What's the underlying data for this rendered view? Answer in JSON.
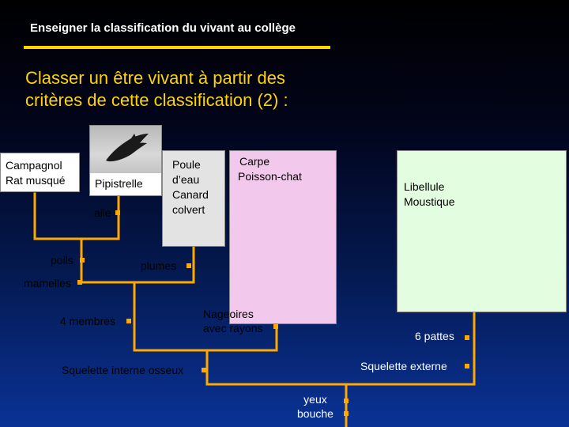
{
  "header": {
    "title": "Enseigner la classification du vivant au collège",
    "subtitle_line1": "Classer un être vivant à partir des",
    "subtitle_line2": "critères de cette classification (2) :"
  },
  "groups": {
    "rodents": [
      "Campagnol",
      "Rat musqué"
    ],
    "bat": "Pipistrelle",
    "birds": [
      "Poule",
      "d’eau",
      "Canard",
      "colvert"
    ],
    "fish": [
      "Carpe",
      "Poisson-chat"
    ],
    "insects": [
      "Libellule",
      "Moustique"
    ]
  },
  "characters": {
    "aile": "aile",
    "poils": "poils",
    "plumes": "plumes",
    "mamelles": "mamelles",
    "quatre_membres": "4 membres",
    "nageoires": [
      "Nageoires",
      "avec rayons"
    ],
    "six_pattes": "6 pattes",
    "squelette_interne": "Squelette interne osseux",
    "squelette_externe": "Squelette externe",
    "yeux_bouche": [
      "yeux",
      "bouche"
    ]
  },
  "colors": {
    "tree_line": "#ffa800",
    "highlight": "#ffd400",
    "fish_box": "#f2c8ec",
    "insect_box": "#e3fde0",
    "bird_box": "#e3e3e3"
  }
}
